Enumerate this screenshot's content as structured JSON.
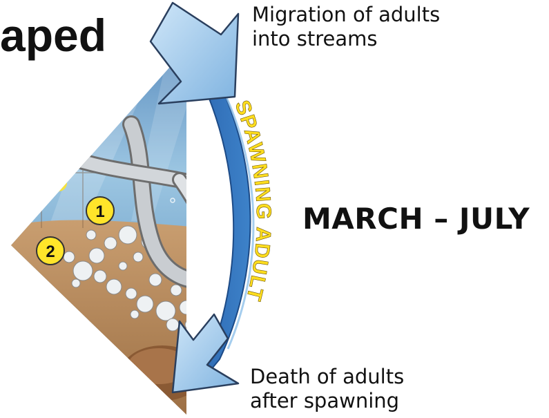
{
  "title_fragment": "aped",
  "stage": {
    "label": "SPAWNING ADULT",
    "period": "MARCH – JULY",
    "arrow_start_note": [
      "Migration of adults",
      "into streams"
    ],
    "arrow_end_note": [
      "Death of adults",
      "after spawning"
    ]
  },
  "markers": [
    {
      "number": "1"
    },
    {
      "number": "2"
    }
  ],
  "colors": {
    "arc_band": "#2f6fb8",
    "arc_band_light": "#6fa6dc",
    "arrow": "#9cc8ee",
    "label": "#ffde1f",
    "marker_fill": "#ffe52a",
    "water": "#7fb2d6",
    "gravel": "#b98a58"
  },
  "icons": [
    "arrow-in-icon",
    "arrow-out-icon",
    "lamprey-illustration",
    "egg-cluster"
  ]
}
